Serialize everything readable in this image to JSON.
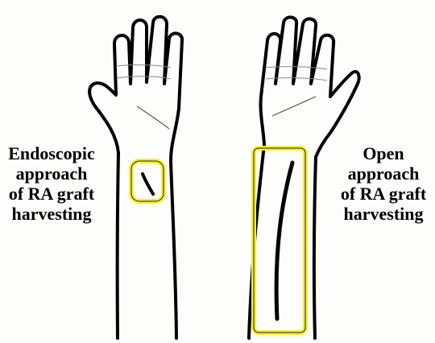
{
  "labels": {
    "left": [
      "Endoscopic",
      "approach",
      "of RA graft",
      "harvesting"
    ],
    "right": [
      "Open",
      "approach",
      "of RA graft",
      "harvesting"
    ]
  },
  "colors": {
    "outline": "#000000",
    "highlight": "#f7ee3a",
    "background": "#fdfdfc"
  }
}
